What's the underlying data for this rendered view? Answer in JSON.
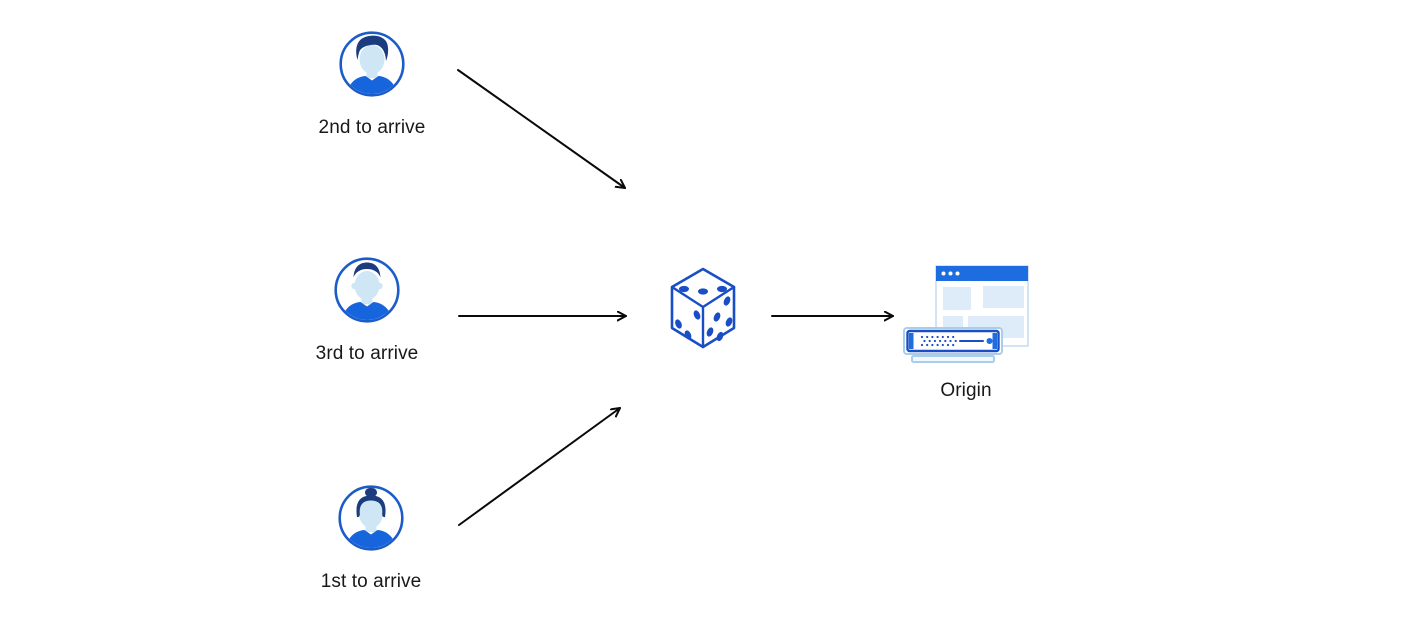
{
  "palette": {
    "primary": "#1765dc",
    "titlebar": "#1d6ce0",
    "deep": "#1a4ec6",
    "ring": "#1c5cc8",
    "hair": "#1b3c7e",
    "face": "#cfe6f5",
    "panel": "#ddecf8",
    "lightline": "#a9cdec",
    "arrow": "#0a0a0a",
    "text": "#17181a"
  },
  "diagram": {
    "clients": [
      {
        "label": "2nd to arrive",
        "icon": "man-swept-hair-avatar-icon"
      },
      {
        "label": "3rd to arrive",
        "icon": "man-short-hair-avatar-icon"
      },
      {
        "label": "1st to arrive",
        "icon": "woman-bun-hair-avatar-icon"
      }
    ],
    "selector_icon": "dice-icon",
    "origin": {
      "label": "Origin",
      "icon": "origin-server-browser-icon"
    }
  }
}
